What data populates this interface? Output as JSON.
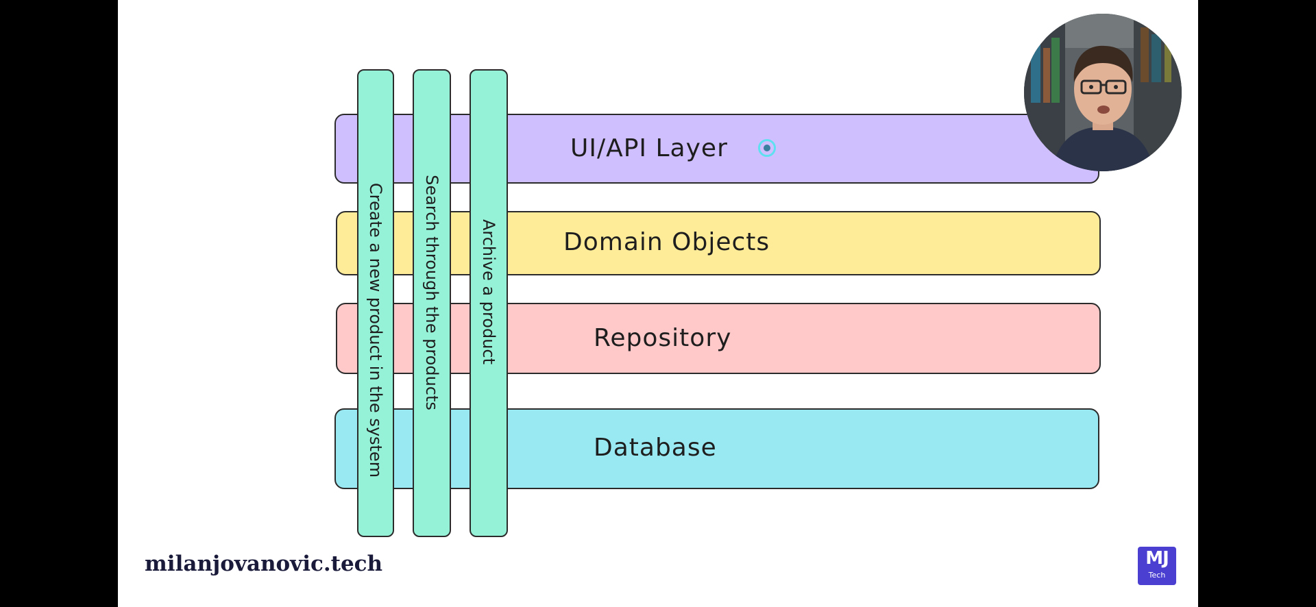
{
  "layers": [
    {
      "label": "UI/API Layer",
      "color": "#d0bfff"
    },
    {
      "label": "Domain Objects",
      "color": "#ffec99"
    },
    {
      "label": "Repository",
      "color": "#ffc9c9"
    },
    {
      "label": "Database",
      "color": "#99e9f2"
    }
  ],
  "features": [
    {
      "label": "Create a new product in the system",
      "color": "#96f2d7"
    },
    {
      "label": "Search through the products",
      "color": "#96f2d7"
    },
    {
      "label": "Archive a product",
      "color": "#96f2d7"
    }
  ],
  "footer": {
    "site": "milanjovanovic.tech"
  },
  "logo": {
    "primary": "MJ",
    "secondary": "Tech",
    "color": "#4b3fd1"
  }
}
